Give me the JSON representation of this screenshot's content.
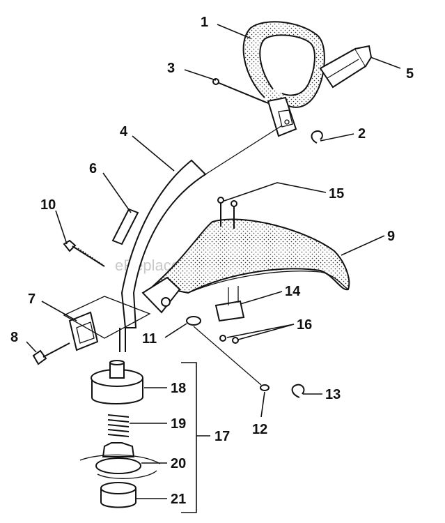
{
  "watermark": "eReplacementParts.com",
  "callouts": [
    {
      "id": "c1",
      "text": "1"
    },
    {
      "id": "c2",
      "text": "2"
    },
    {
      "id": "c3",
      "text": "3"
    },
    {
      "id": "c4",
      "text": "4"
    },
    {
      "id": "c5",
      "text": "5"
    },
    {
      "id": "c6",
      "text": "6"
    },
    {
      "id": "c7",
      "text": "7"
    },
    {
      "id": "c8",
      "text": "8"
    },
    {
      "id": "c9",
      "text": "9"
    },
    {
      "id": "c10",
      "text": "10"
    },
    {
      "id": "c11",
      "text": "11"
    },
    {
      "id": "c12",
      "text": "12"
    },
    {
      "id": "c13",
      "text": "13"
    },
    {
      "id": "c14",
      "text": "14"
    },
    {
      "id": "c15",
      "text": "15"
    },
    {
      "id": "c16",
      "text": "16"
    },
    {
      "id": "c17",
      "text": "17"
    },
    {
      "id": "c18",
      "text": "18"
    },
    {
      "id": "c19",
      "text": "19"
    },
    {
      "id": "c20",
      "text": "20"
    },
    {
      "id": "c21",
      "text": "21"
    }
  ],
  "colors": {
    "ink": "#111111",
    "paper": "#ffffff",
    "watermark": "#c9c9c9"
  }
}
